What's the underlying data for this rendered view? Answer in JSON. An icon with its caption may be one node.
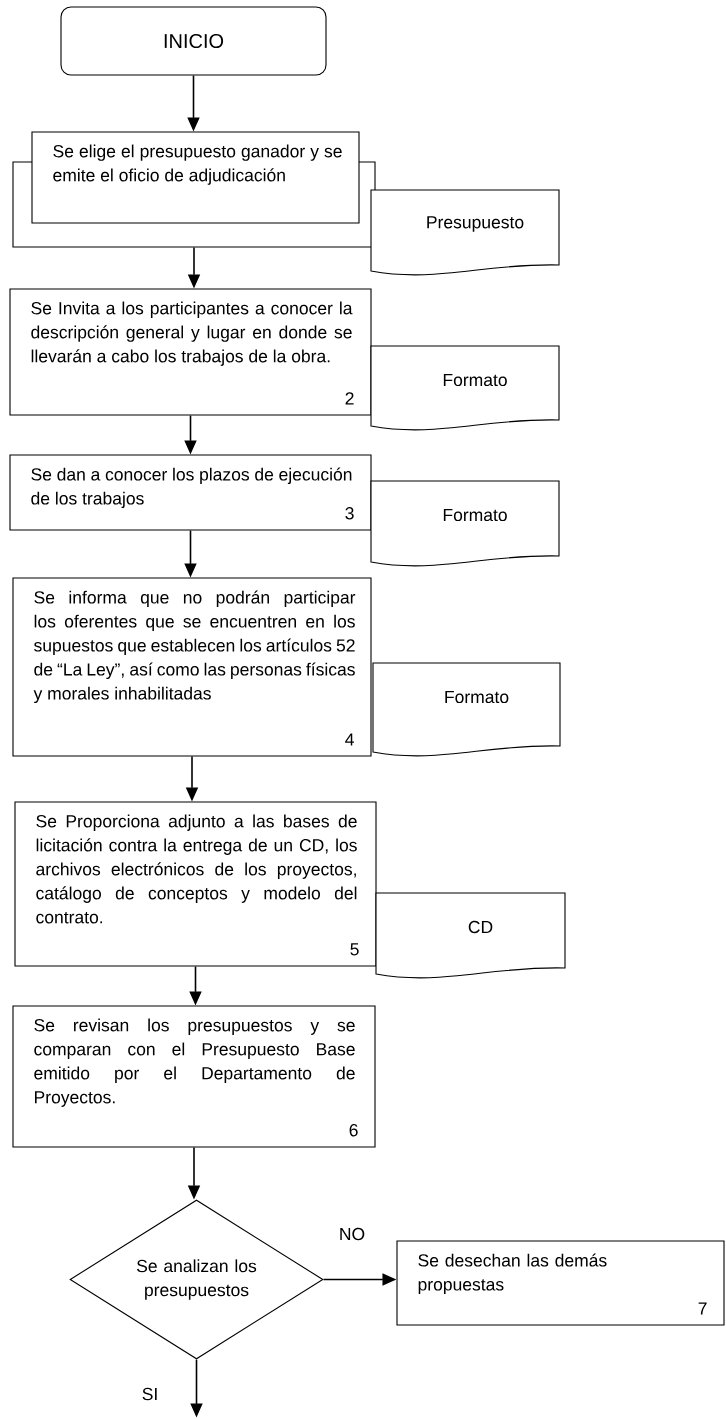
{
  "diagram": {
    "nodes": [
      {
        "text": [
          "INICIO"
        ]
      },
      {
        "text": [],
        "shape": "box"
      },
      {
        "text": [
          "Se elige el presupuesto ganador y se emite el oficio de adjudicación"
        ]
      },
      {
        "text": [
          "Presupuesto"
        ]
      },
      {
        "text": [
          "Se Invita a los participantes a conocer la descripción general y lugar en donde se llevarán a cabo los trabajos de la obra.",
          "2"
        ]
      },
      {
        "text": [
          "Formato"
        ]
      },
      {
        "text": [
          "Se dan a conocer los plazos de ejecución de los trabajos",
          "3"
        ]
      },
      {
        "text": [
          "Formato"
        ]
      },
      {
        "text": [
          "Se informa que no podrán participar los oferentes que se encuentren en los supuestos que establecen los artículos 52 de “La Ley”, así como las personas físicas y morales inhabilitadas",
          "4"
        ]
      },
      {
        "text": [
          "Formato"
        ]
      },
      {
        "text": [
          "Se Proporciona adjunto a las bases de licitación contra la entrega de un CD, los archivos electrónicos de los proyectos, catálogo de conceptos y modelo del contrato.",
          "5"
        ]
      },
      {
        "text": [
          "CD"
        ]
      },
      {
        "text": [
          "Se revisan los presupuestos y se comparan con el Presupuesto Base emitido por el Departamento de Proyectos.",
          "6"
        ]
      },
      {
        "text": [
          "Se analizan los presupuestos"
        ]
      },
      {
        "text": [
          "Se desechan las demás propuestas",
          "7"
        ]
      }
    ],
    "edges": [
      {
        "from": 0,
        "to": 2,
        "arrow": "to"
      },
      {
        "from": 1,
        "to": 4,
        "arrow": "to"
      },
      {
        "from": 4,
        "to": 6,
        "arrow": "to"
      },
      {
        "from": 6,
        "to": 8,
        "arrow": "to"
      },
      {
        "from": 8,
        "to": 10,
        "arrow": "to"
      },
      {
        "from": 10,
        "to": 12,
        "arrow": "to"
      },
      {
        "from": 12,
        "to": 13,
        "arrow": "to"
      },
      {
        "from": 13,
        "to": 14,
        "label": "NO",
        "arrow": "to"
      },
      {
        "from": 13,
        "to": null,
        "label": "SI",
        "arrow": "to"
      }
    ]
  }
}
